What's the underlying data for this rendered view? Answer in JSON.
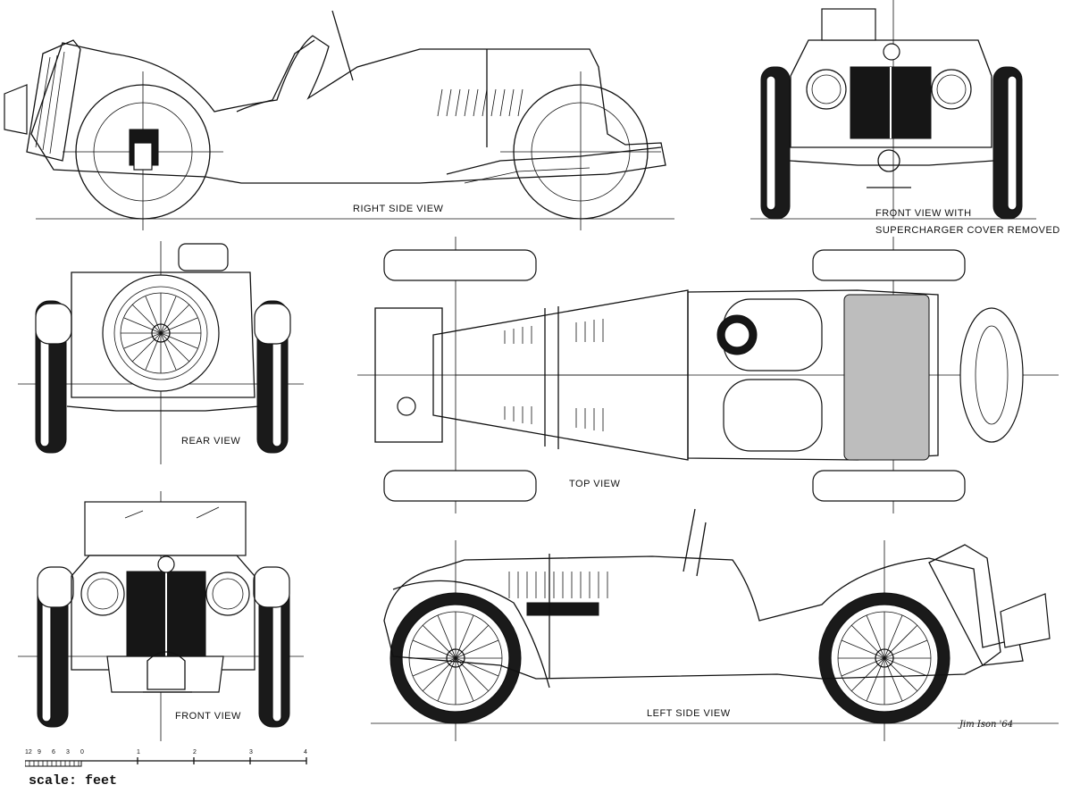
{
  "views": {
    "right_side": "RIGHT SIDE VIEW",
    "front_supercharger_line1": "FRONT VIEW WITH",
    "front_supercharger_line2": "SUPERCHARGER COVER REMOVED",
    "rear": "REAR VIEW",
    "top": "TOP VIEW",
    "front": "FRONT VIEW",
    "left_side": "LEFT SIDE VIEW"
  },
  "signature": "Jim Ison '64",
  "scale": {
    "title": "scale: feet",
    "ticks": [
      "12",
      "9",
      "6",
      "3",
      "0",
      "1",
      "2",
      "3",
      "4"
    ]
  }
}
